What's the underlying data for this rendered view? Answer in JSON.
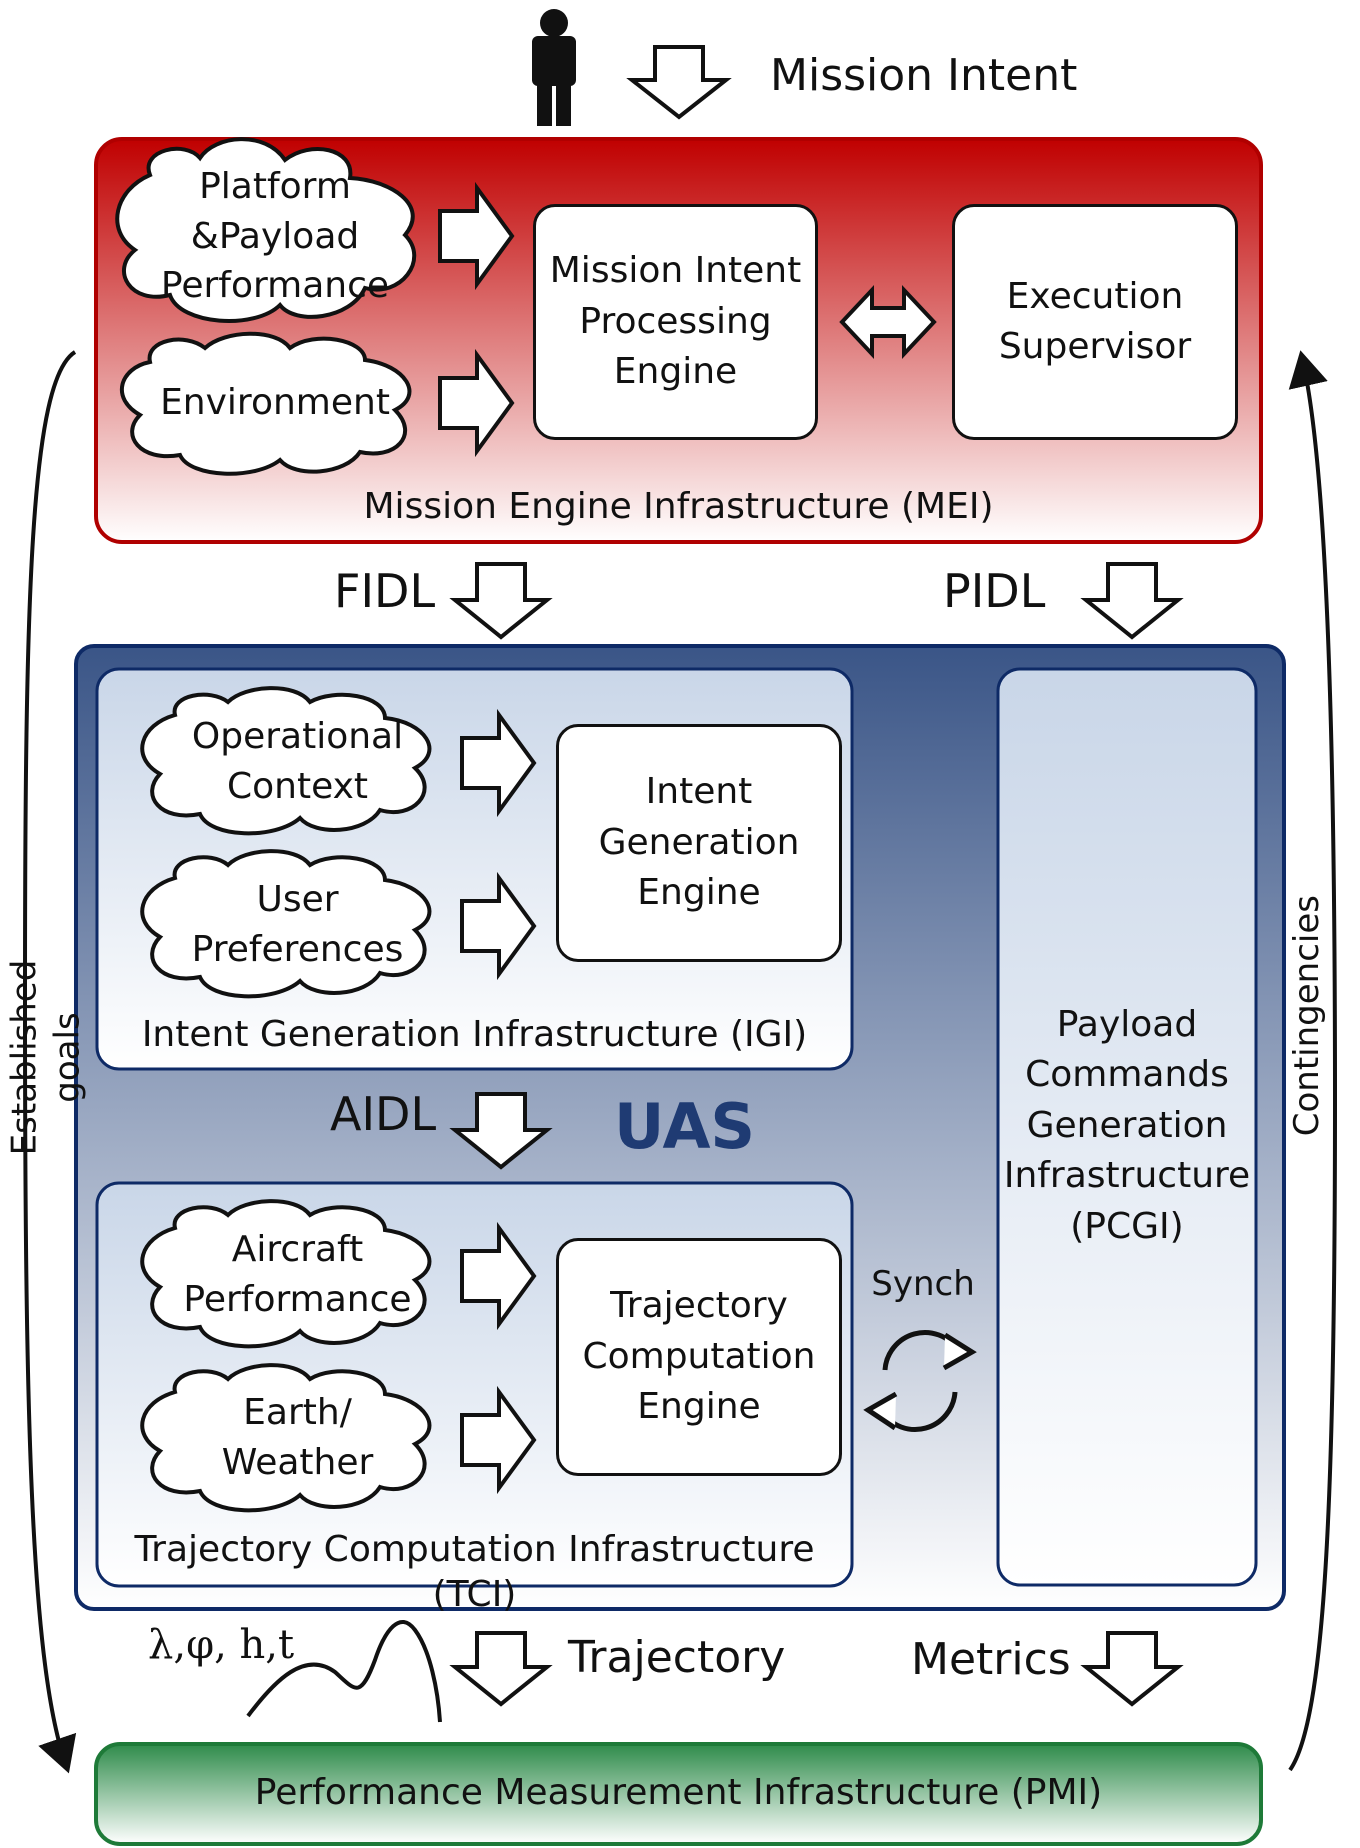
{
  "top": {
    "intent_label": "Mission Intent"
  },
  "mei": {
    "title": "Mission Engine Infrastructure (MEI)",
    "cloud_platform": "Platform\n&Payload\nPerformance",
    "cloud_environment": "Environment",
    "engine": "Mission Intent\nProcessing\nEngine",
    "supervisor": "Execution\nSupervisor",
    "color_top": "#c00000",
    "color_bottom": "#ffffff"
  },
  "links": {
    "fidl": "FIDL",
    "pidl": "PIDL",
    "aidl": "AIDL",
    "trajectory": "Trajectory",
    "metrics": "Metrics",
    "trajectory_params": "λ,φ, h,t",
    "synch": "Synch"
  },
  "uas": {
    "label": "UAS",
    "color_top": "#3a5587",
    "color_bottom": "#ffffff",
    "label_color": "#1f3b73"
  },
  "igi": {
    "title": "Intent Generation Infrastructure (IGI)",
    "cloud_operational": "Operational\nContext",
    "cloud_user": "User\nPreferences",
    "engine": "Intent\nGeneration\nEngine"
  },
  "tci": {
    "title": "Trajectory Computation Infrastructure (TCI)",
    "cloud_aircraft": "Aircraft\nPerformance",
    "cloud_earth": "Earth/\nWeather",
    "engine": "Trajectory\nComputation\nEngine"
  },
  "pcgi": {
    "title": "Payload\nCommands\nGeneration\nInfrastructure\n(PCGI)"
  },
  "pmi": {
    "title": "Performance Measurement Infrastructure (PMI)",
    "color_top": "#2e8b4a",
    "color_bottom": "#ffffff"
  },
  "side": {
    "left_label": "Established goals",
    "right_label": "Contingencies"
  }
}
